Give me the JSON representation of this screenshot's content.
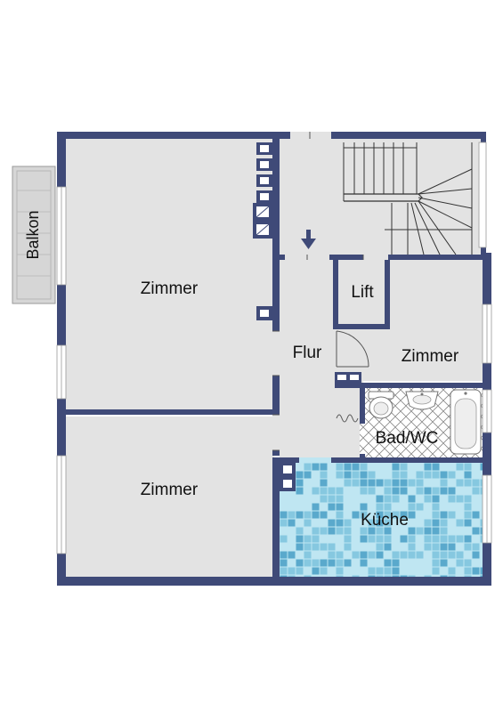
{
  "floor_plan": {
    "rooms": {
      "balkon": "Balkon",
      "zimmer_top_left": "Zimmer",
      "zimmer_bottom_left": "Zimmer",
      "zimmer_right": "Zimmer",
      "flur": "Flur",
      "lift": "Lift",
      "bad_wc": "Bad/WC",
      "kueche": "Küche"
    },
    "colors": {
      "wall": "#3f4a78",
      "floor": "#e3e3e3",
      "bath_tile": "#ffffff",
      "kitchen_tile_light": "#bfe6f2",
      "kitchen_tile_mid": "#86c8e0",
      "kitchen_tile_dark": "#5aa9cc",
      "balcony": "#d6d6d6"
    },
    "icons": [
      "stairs-icon",
      "entrance-arrow-icon",
      "toilet-icon",
      "sink-icon",
      "bathtub-icon",
      "radiator-icon",
      "door-swing-icon",
      "shaft-icon"
    ]
  }
}
